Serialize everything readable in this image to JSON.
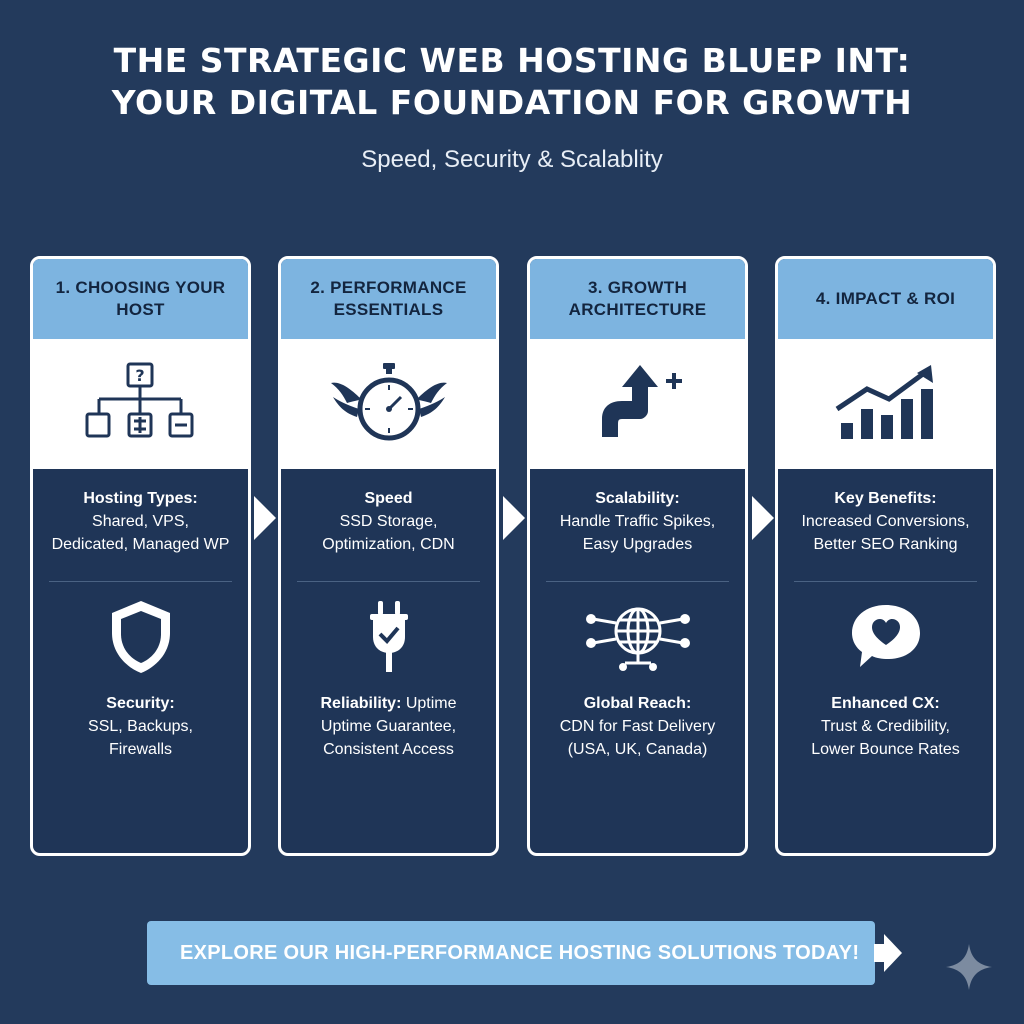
{
  "header": {
    "title_line1": "THE STRATEGIC WEB HOSTING BLUEP INT:",
    "title_line2": "YOUR DIGITAL FOUNDATION FOR GROWTH",
    "subtitle": "Speed, Security & Scalablity"
  },
  "cards": [
    {
      "heading": "1. CHOOSING YOUR HOST",
      "top_icon": "hierarchy-icon",
      "s1_title": "Hosting Types:",
      "s1_line1": "Shared, VPS,",
      "s1_line2": "Dedicated, Managed WP",
      "mid_icon": "shield-icon",
      "s2_title": "Security:",
      "s2_line1": "SSL, Backups,",
      "s2_line2": "Firewalls"
    },
    {
      "heading": "2. PERFORMANCE ESSENTIALS",
      "top_icon": "winged-stopwatch-icon",
      "s1_title": "Speed",
      "s1_line1": "SSD Storage,",
      "s1_line2": "Optimization, CDN",
      "mid_icon": "plug-check-icon",
      "s2_title": "Reliability:",
      "s2_title_rest": " Uptime",
      "s2_line1": "Uptime Guarantee,",
      "s2_line2": "Consistent Access"
    },
    {
      "heading_num": "3.",
      "heading": "3. GROWTH ARCHITECTURE",
      "top_icon": "arrow-up-plus-icon",
      "s1_title": "Scalability:",
      "s1_line1": "Handle Traffic Spikes,",
      "s1_line2": "Easy Upgrades",
      "mid_icon": "globe-network-icon",
      "s2_title": "Global Reach:",
      "s2_line1": "CDN for Fast Delivery",
      "s2_line2": "(USA, UK, Canada)"
    },
    {
      "heading": "4. IMPACT & ROI",
      "top_icon": "growth-chart-icon",
      "s1_title": "Key Benefits:",
      "s1_line1": "Increased Conversions,",
      "s1_line2": "Better SEO Ranking",
      "mid_icon": "heart-speech-bubble-icon",
      "s2_title": "Enhanced CX:",
      "s2_line1": "Trust & Credibility,",
      "s2_line2": "Lower Bounce Rates"
    }
  ],
  "cta": {
    "label": "EXPLORE OUR HIGH-PERFORMANCE HOSTING SOLUTIONS TODAY!"
  },
  "colors": {
    "background": "#233a5c",
    "card_header": "#7db4e0",
    "cta": "#86bde6"
  }
}
